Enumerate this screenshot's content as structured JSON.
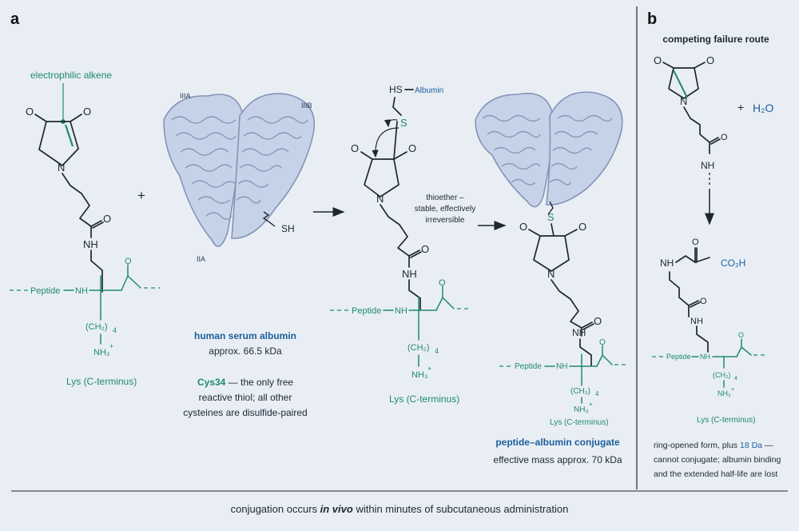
{
  "panel_a": {
    "letter": "a",
    "alkene_callout": "electrophilic alkene",
    "plus": "+",
    "lys_label_1": "Lys (C-terminus)",
    "lys_label_2": "Lys (C-terminus)",
    "lys_label_3": "Lys (C-terminus)",
    "hsa_title": "human serum albumin",
    "hsa_mass": "approx. 66.5 kDa",
    "cys_head": "Cys34",
    "cys_line1": " — the only free",
    "cys_line2": "reactive thiol; all other",
    "cys_line3": "cysteines are disulfide-paired",
    "domains": {
      "IIIA": "IIIA",
      "IIIB": "IIIB",
      "IIA": "IIA"
    },
    "sh_label": "SH",
    "hs_label": "HS",
    "albumin_label": "Albumin",
    "thioether_line1": "thioether –",
    "thioether_line2": "stable, effectively",
    "thioether_line3": "irreversible",
    "conj_title": "peptide–albumin conjugate",
    "conj_mass": "effective mass approx. 70 kDa"
  },
  "panel_b": {
    "letter": "b",
    "title": "competing failure route",
    "plus": "+",
    "water": "H₂O",
    "note_line1_a": "ring-opened form, plus ",
    "note_line1_b": "18 Da",
    "note_line1_c": " —",
    "note_line2": "cannot conjugate; albumin binding",
    "note_line3": "and the extended half-life are lost",
    "co2h": "CO₂H"
  },
  "atoms": {
    "O": "O",
    "N": "N",
    "NH": "NH",
    "S": "S",
    "peptide": "Peptide",
    "ch2": "(CH₂)",
    "sub4": "4",
    "nh3": "NH₃",
    "plus_sup": "+"
  },
  "footer": {
    "pre": "conjugation occurs ",
    "em": "in vivo",
    "post": " within minutes of subcutaneous administration"
  },
  "colors": {
    "background": "#e9eef5",
    "teal": "#1f8a6e",
    "blue": "#1d5f9b",
    "ink": "#1f2733"
  }
}
